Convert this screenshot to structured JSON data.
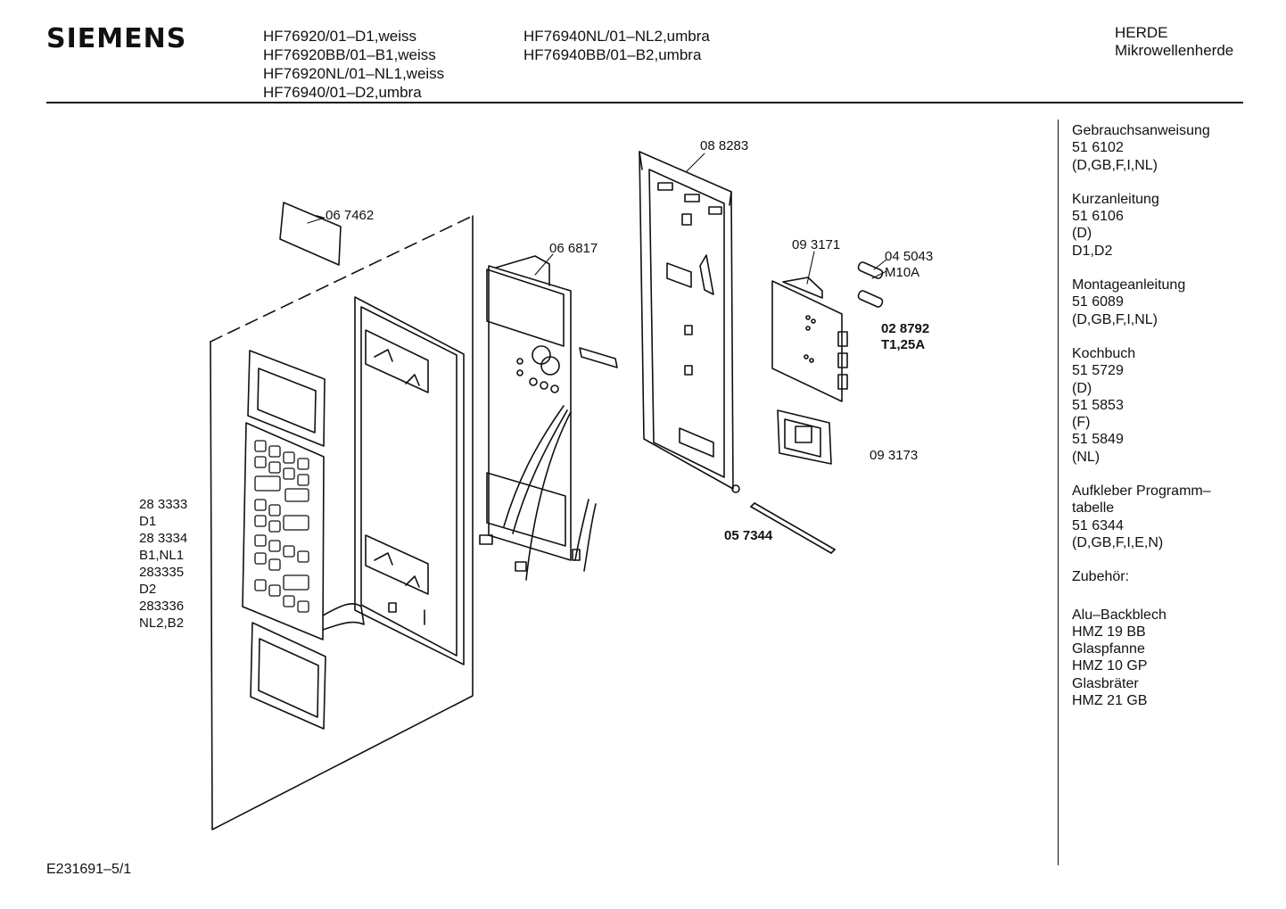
{
  "header": {
    "brand": "SIEMENS",
    "models_col1": [
      "HF76920/01–D1,weiss",
      "HF76920BB/01–B1,weiss",
      "HF76920NL/01–NL1,weiss",
      "HF76940/01–D2,umbra"
    ],
    "models_col2": [
      "HF76940NL/01–NL2,umbra",
      "HF76940BB/01–B2,umbra"
    ],
    "category": [
      "HERDE",
      "Mikrowellenherde"
    ]
  },
  "parts": {
    "p067462": "06 7462",
    "p066817": "06 6817",
    "p088283": "08 8283",
    "p093171": "09 3171",
    "p045043": "04 5043",
    "m10a": "M10A",
    "p028792": "02 8792",
    "t125a": "T1,25A",
    "p093173": "09 3173",
    "p057344": "05 7344"
  },
  "left_codes": [
    "28 3333",
    "D1",
    "28 3334",
    "B1,NL1",
    "283335",
    "D2",
    "283336",
    "NL2,B2"
  ],
  "sidebar": [
    {
      "lines": [
        "Gebrauchsanweisung",
        "51 6102",
        "(D,GB,F,I,NL)"
      ]
    },
    {
      "lines": [
        "Kurzanleitung",
        "51 6106",
        "(D)",
        "D1,D2"
      ]
    },
    {
      "lines": [
        "Montageanleitung",
        "51 6089",
        "(D,GB,F,I,NL)"
      ]
    },
    {
      "lines": [
        "Kochbuch",
        "51 5729",
        "(D)",
        "51 5853",
        "(F)",
        "51 5849",
        "(NL)"
      ]
    },
    {
      "lines": [
        "Aufkleber Programm–",
        "tabelle",
        "51 6344",
        "(D,GB,F,I,E,N)"
      ]
    },
    {
      "lines": [
        "Zubehör:"
      ]
    },
    {
      "lines": [
        "Alu–Backblech",
        "HMZ 19 BB",
        "Glaspfanne",
        "HMZ 10 GP",
        "Glasbräter",
        "HMZ 21 GB"
      ]
    }
  ],
  "footer": {
    "code": "E231691–5/1"
  }
}
